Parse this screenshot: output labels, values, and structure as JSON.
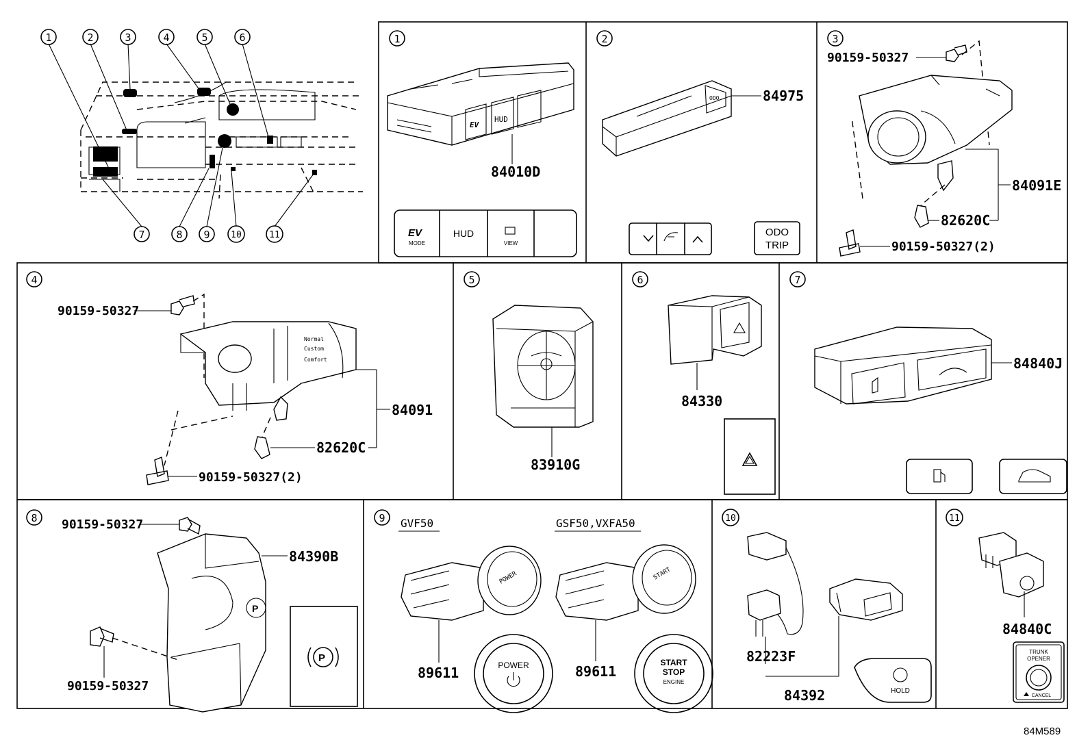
{
  "diagram_code": "84M589",
  "overview": {
    "callouts": [
      "1",
      "2",
      "3",
      "4",
      "5",
      "6",
      "7",
      "8",
      "9",
      "10",
      "11"
    ]
  },
  "panels": {
    "p1": {
      "number": "1",
      "part": "84010D",
      "buttons": [
        "MODE",
        "HUD",
        "VIEW"
      ],
      "ev_text": "EV"
    },
    "p2": {
      "number": "2",
      "part": "84975",
      "odo": "ODO",
      "trip": "TRIP"
    },
    "p3": {
      "number": "3",
      "bolt_top": "90159-50327",
      "part": "84091E",
      "clip": "82620C",
      "bolt_bottom": "90159-50327(2)"
    },
    "p4": {
      "number": "4",
      "bolt_top": "90159-50327",
      "part": "84091",
      "clip": "82620C",
      "bolt_bottom": "90159-50327(2)"
    },
    "p5": {
      "number": "5",
      "part": "83910G"
    },
    "p6": {
      "number": "6",
      "part": "84330"
    },
    "p7": {
      "number": "7",
      "part": "84840J"
    },
    "p8": {
      "number": "8",
      "bolt_top": "90159-50327",
      "part": "84390B",
      "bolt_bottom": "90159-50327",
      "p_label": "P"
    },
    "p9": {
      "number": "9",
      "variant_left": "GVF50",
      "variant_right": "GSF50,VXFA50",
      "part_left": "89611",
      "part_right": "89611",
      "power": "POWER",
      "start": "START",
      "stop": "STOP",
      "engine": "ENGINE"
    },
    "p10": {
      "number": "10",
      "part_a": "82223F",
      "part_b": "84392",
      "hold": "HOLD"
    },
    "p11": {
      "number": "11",
      "part": "84840C",
      "trunk": "TRUNK",
      "opener": "OPENER",
      "cancel": "CANCEL"
    }
  }
}
